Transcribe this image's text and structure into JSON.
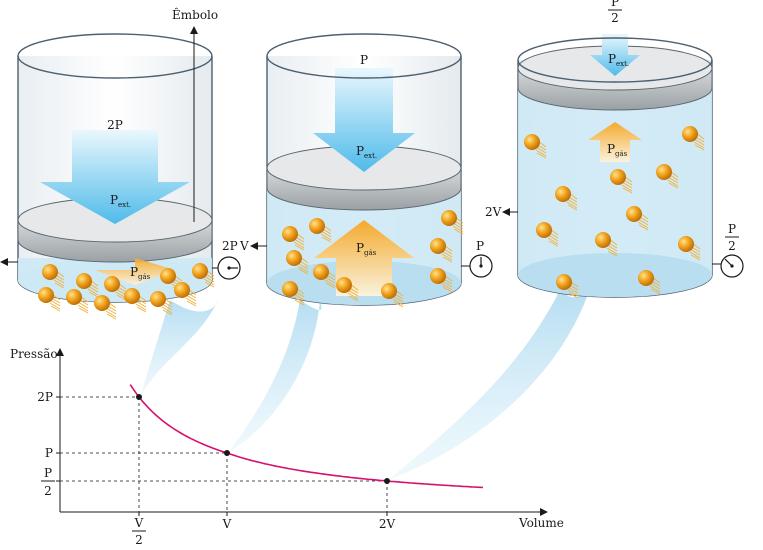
{
  "annotations": {
    "embolo": "Êmbolo"
  },
  "cylinder1": {
    "arrow_label": "2P",
    "p_ext": "P",
    "p_ext_sub": "ext.",
    "p_gas": "P",
    "p_gas_sub": "gás",
    "gauge_label": "2P"
  },
  "cylinder2": {
    "arrow_label": "P",
    "p_ext": "P",
    "p_ext_sub": "ext.",
    "p_gas": "P",
    "p_gas_sub": "gás",
    "volume_label": "V",
    "gauge_label": "P"
  },
  "cylinder3": {
    "arrow_frac_num": "P",
    "arrow_frac_den": "2",
    "p_ext": "P",
    "p_ext_sub": "ext.",
    "p_gas": "P",
    "p_gas_sub": "gás",
    "volume_label": "2V",
    "gauge_frac_num": "P",
    "gauge_frac_den": "2"
  },
  "colors": {
    "curve": "#d6106f",
    "blue_arrow": "#5cc3ee",
    "orange_arrow": "#f5a623",
    "gas": "#cde9f5",
    "molecule": "#f0a01a"
  },
  "chart_data": {
    "type": "line",
    "xlabel": "Volume",
    "ylabel": "Pressão",
    "x_ticks": [
      {
        "value": 0.5,
        "label_num": "V",
        "label_den": "2"
      },
      {
        "value": 1,
        "label": "V"
      },
      {
        "value": 2,
        "label": "2V"
      }
    ],
    "y_ticks": [
      {
        "value": 2,
        "label": "2P"
      },
      {
        "value": 1,
        "label": "P"
      },
      {
        "value": 0.5,
        "label_num": "P",
        "label_den": "2"
      }
    ],
    "series": [
      {
        "x": [
          0.45,
          0.5,
          0.7,
          1,
          1.5,
          2,
          2.6
        ],
        "y": [
          2.22,
          2,
          1.43,
          1,
          0.67,
          0.5,
          0.38
        ]
      }
    ],
    "highlighted_points": [
      {
        "x": 0.5,
        "y": 2
      },
      {
        "x": 1,
        "y": 1
      },
      {
        "x": 2,
        "y": 0.5
      }
    ]
  }
}
